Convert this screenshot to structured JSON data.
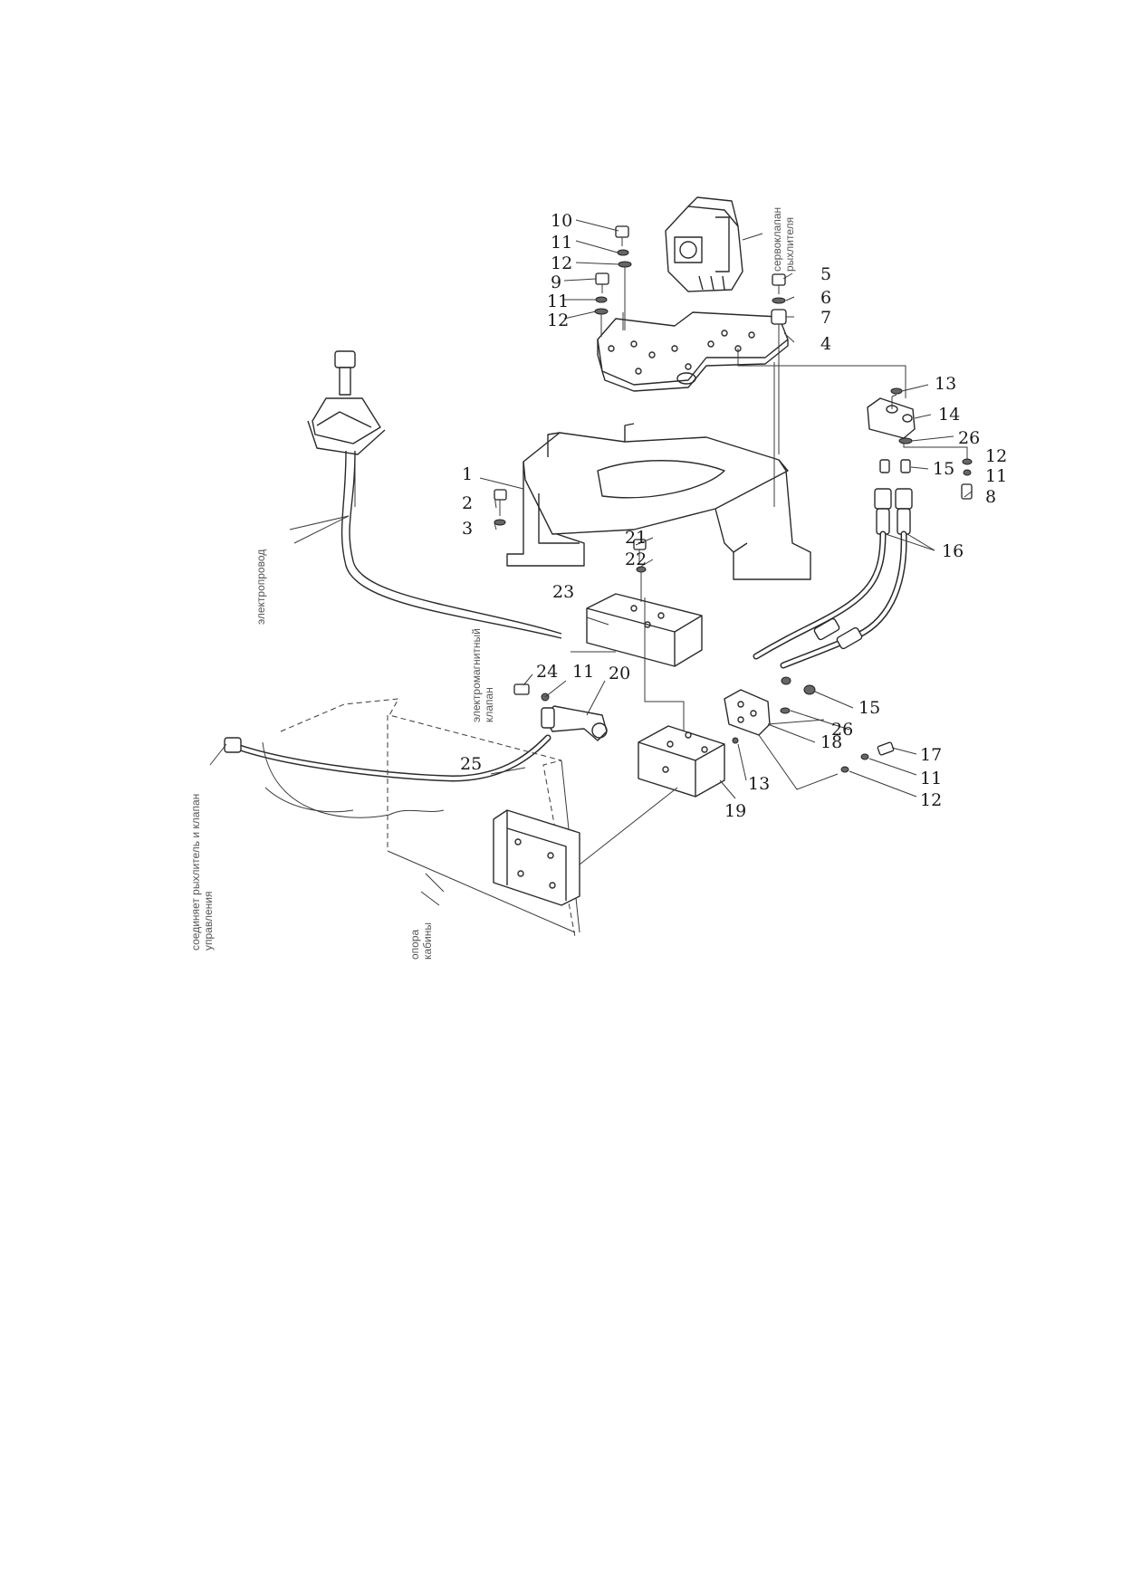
{
  "callouts": [
    {
      "id": "c10",
      "text": "10"
    },
    {
      "id": "c11a",
      "text": "11"
    },
    {
      "id": "c12a",
      "text": "12"
    },
    {
      "id": "c9",
      "text": "9"
    },
    {
      "id": "c11b",
      "text": "11"
    },
    {
      "id": "c12b",
      "text": "12"
    },
    {
      "id": "c5",
      "text": "5"
    },
    {
      "id": "c6",
      "text": "6"
    },
    {
      "id": "c7",
      "text": "7"
    },
    {
      "id": "c4",
      "text": "4"
    },
    {
      "id": "c13a",
      "text": "13"
    },
    {
      "id": "c14",
      "text": "14"
    },
    {
      "id": "c26a",
      "text": "26"
    },
    {
      "id": "c12c",
      "text": "12"
    },
    {
      "id": "c15a",
      "text": "15"
    },
    {
      "id": "c11c",
      "text": "11"
    },
    {
      "id": "c8",
      "text": "8"
    },
    {
      "id": "c16",
      "text": "16"
    },
    {
      "id": "c1",
      "text": "1"
    },
    {
      "id": "c2",
      "text": "2"
    },
    {
      "id": "c3",
      "text": "3"
    },
    {
      "id": "c21",
      "text": "21"
    },
    {
      "id": "c22",
      "text": "22"
    },
    {
      "id": "c23",
      "text": "23"
    },
    {
      "id": "c24",
      "text": "24"
    },
    {
      "id": "c11d",
      "text": "11"
    },
    {
      "id": "c20",
      "text": "20"
    },
    {
      "id": "c15b",
      "text": "15"
    },
    {
      "id": "c26b",
      "text": "26"
    },
    {
      "id": "c18",
      "text": "18"
    },
    {
      "id": "c25",
      "text": "25"
    },
    {
      "id": "c13b",
      "text": "13"
    },
    {
      "id": "c19",
      "text": "19"
    },
    {
      "id": "c17",
      "text": "17"
    },
    {
      "id": "c11e",
      "text": "11"
    },
    {
      "id": "c12d",
      "text": "12"
    }
  ],
  "notes": {
    "servo_valve": [
      "сервоклапан",
      "рыхлителя"
    ],
    "wiring": "электропровод",
    "solenoid_valve": [
      "электромагнитный",
      "клапан"
    ],
    "connects": [
      "соединяет рыхлитель и клапан",
      "управления"
    ],
    "cab_support": [
      "опора",
      "кабины"
    ]
  }
}
